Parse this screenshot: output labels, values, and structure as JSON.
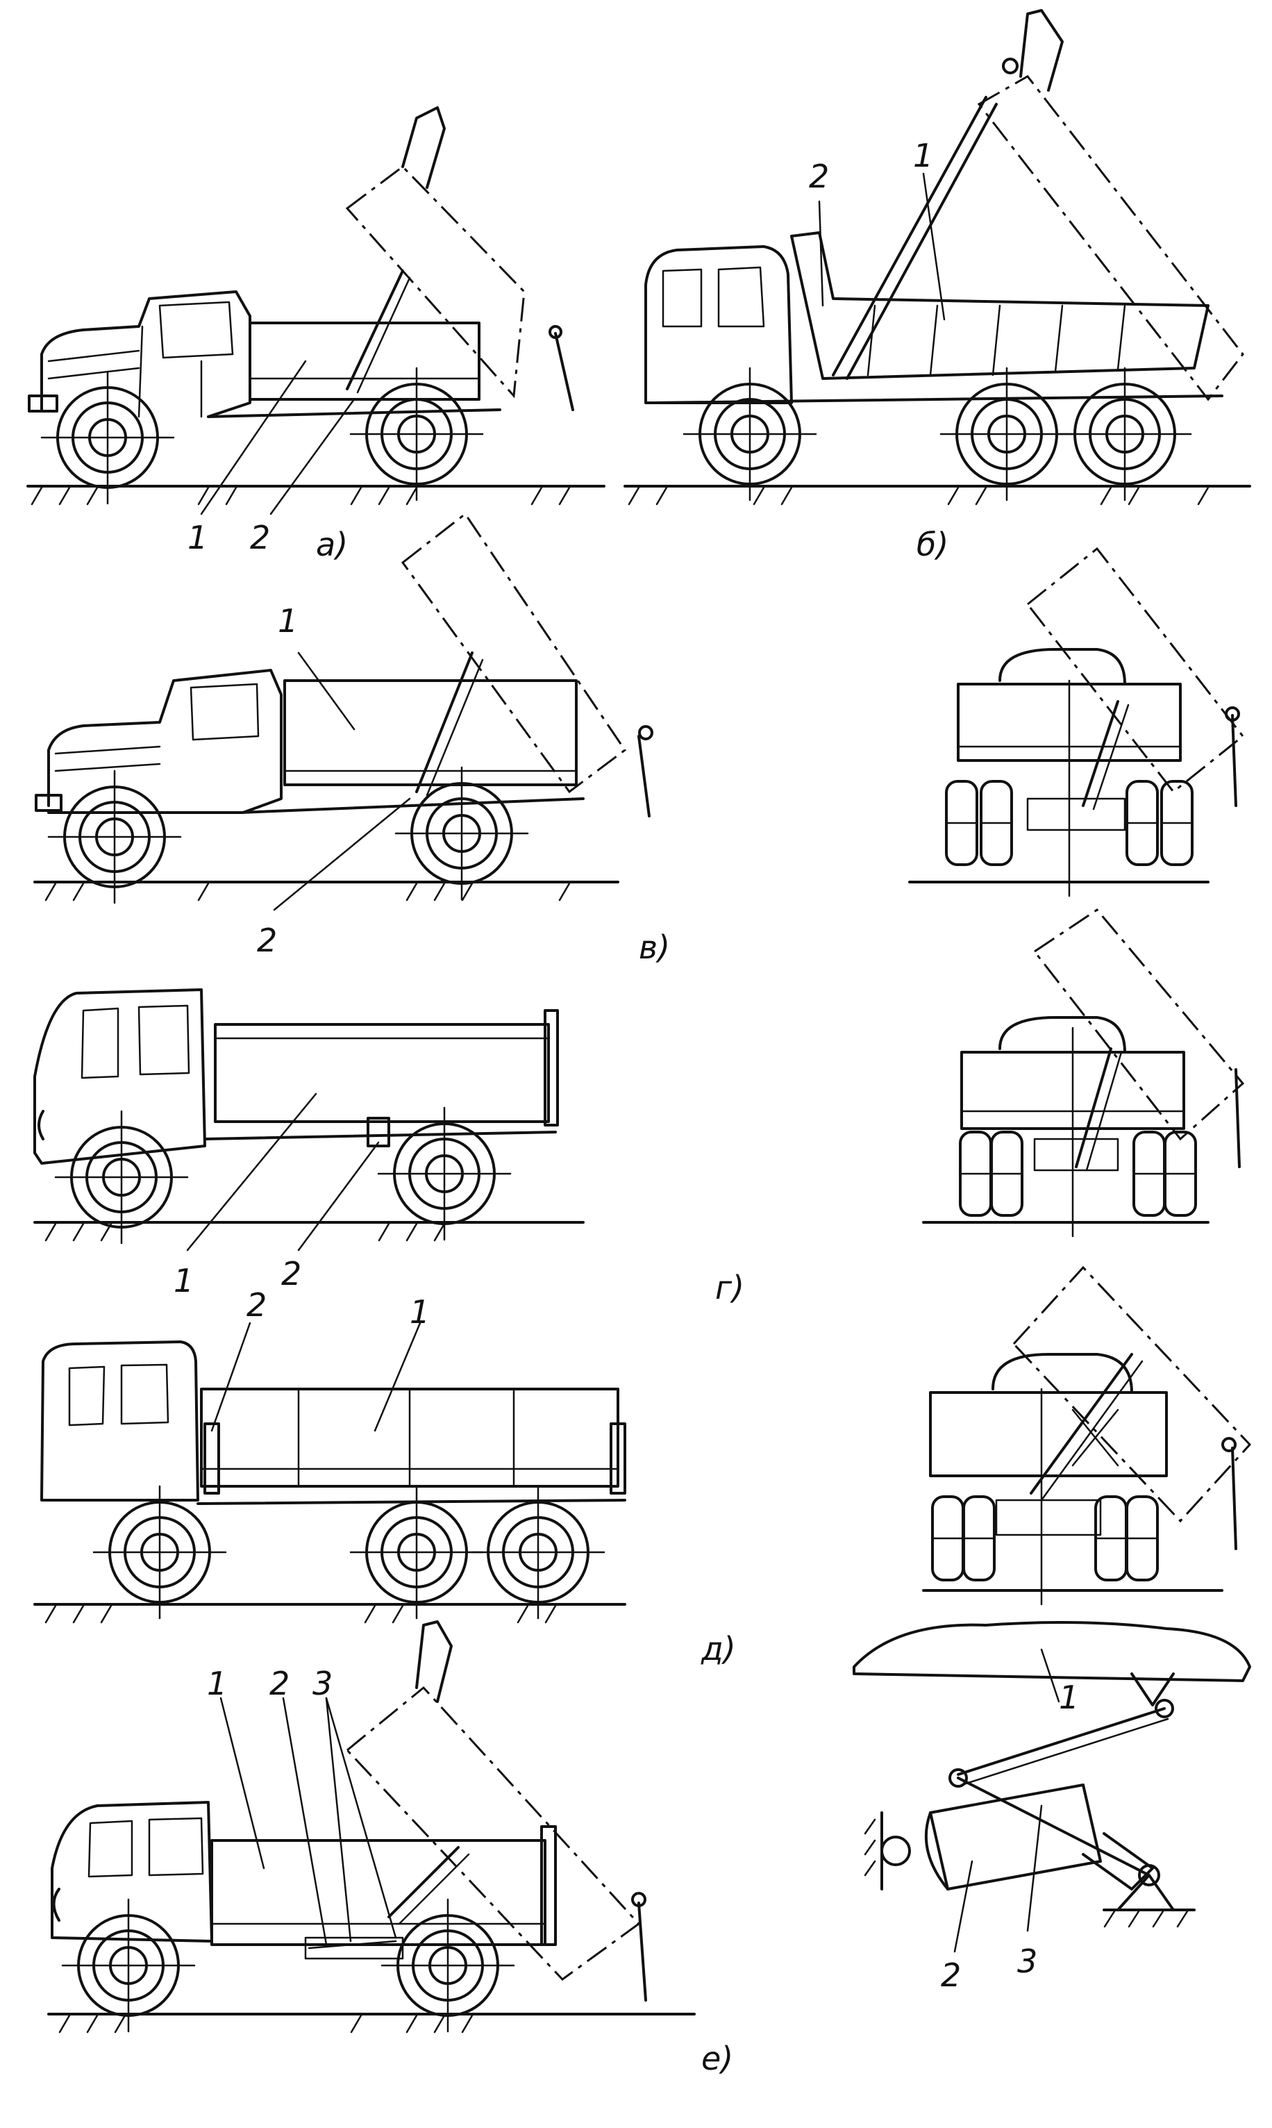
{
  "panels": {
    "a": {
      "label": "а)",
      "callouts": [
        "1",
        "2"
      ]
    },
    "b": {
      "label": "б)",
      "callouts": [
        "2",
        "1"
      ]
    },
    "v": {
      "label": "в)",
      "callouts": [
        "1",
        "2"
      ]
    },
    "g": {
      "label": "г)",
      "callouts": [
        "1",
        "2"
      ]
    },
    "d": {
      "label": "д)",
      "callouts": [
        "2",
        "1"
      ]
    },
    "e": {
      "label": "е)",
      "callouts": [
        "1",
        "2",
        "3"
      ],
      "detail_callouts": [
        "1",
        "2",
        "3"
      ]
    }
  },
  "colors": {
    "ink": "#111111",
    "paper": "#ffffff"
  }
}
